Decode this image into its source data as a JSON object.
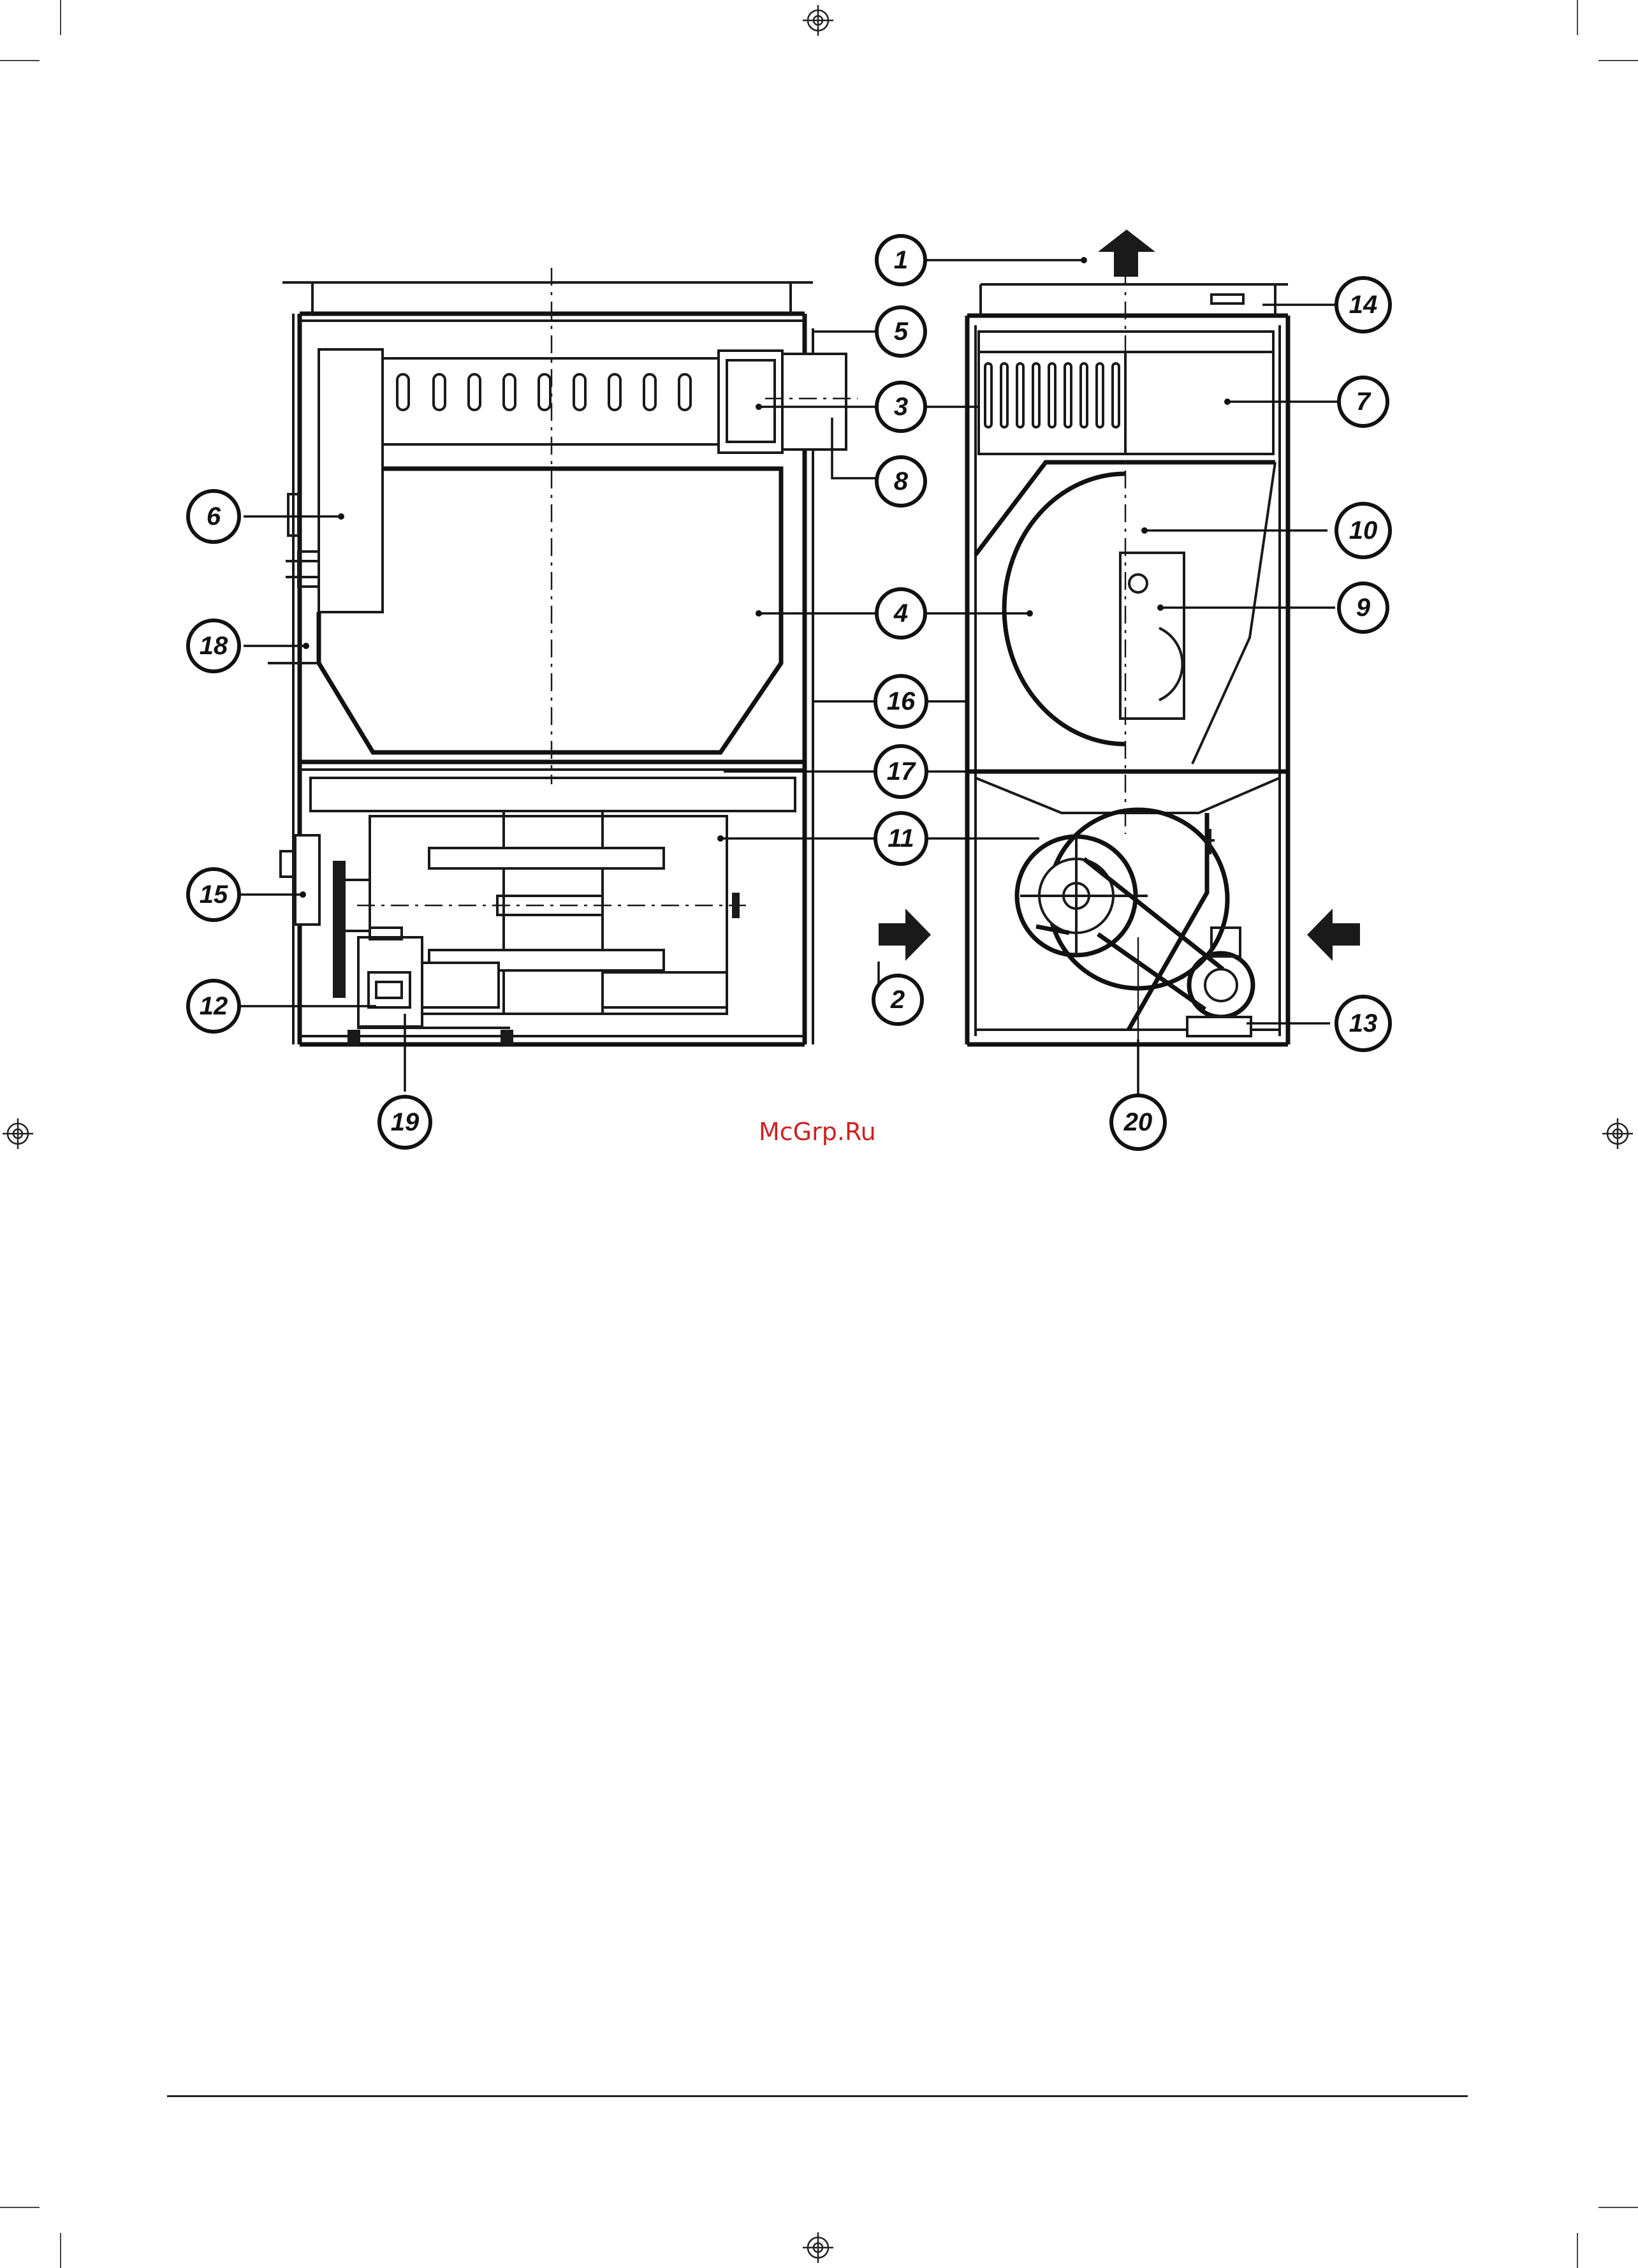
{
  "watermark": "McGrp.Ru",
  "callouts": [
    {
      "id": "label-1",
      "text": "1"
    },
    {
      "id": "label-2",
      "text": "2"
    },
    {
      "id": "label-3",
      "text": "3"
    },
    {
      "id": "label-4",
      "text": "4"
    },
    {
      "id": "label-5",
      "text": "5"
    },
    {
      "id": "label-6",
      "text": "6"
    },
    {
      "id": "label-7",
      "text": "7"
    },
    {
      "id": "label-8",
      "text": "8"
    },
    {
      "id": "label-9",
      "text": "9"
    },
    {
      "id": "label-10",
      "text": "10"
    },
    {
      "id": "label-11",
      "text": "11"
    },
    {
      "id": "label-12",
      "text": "12"
    },
    {
      "id": "label-13",
      "text": "13"
    },
    {
      "id": "label-14",
      "text": "14"
    },
    {
      "id": "label-15",
      "text": "15"
    },
    {
      "id": "label-16",
      "text": "16"
    },
    {
      "id": "label-17",
      "text": "17"
    },
    {
      "id": "label-18",
      "text": "18"
    },
    {
      "id": "label-19",
      "text": "19"
    },
    {
      "id": "label-20",
      "text": "20"
    }
  ]
}
